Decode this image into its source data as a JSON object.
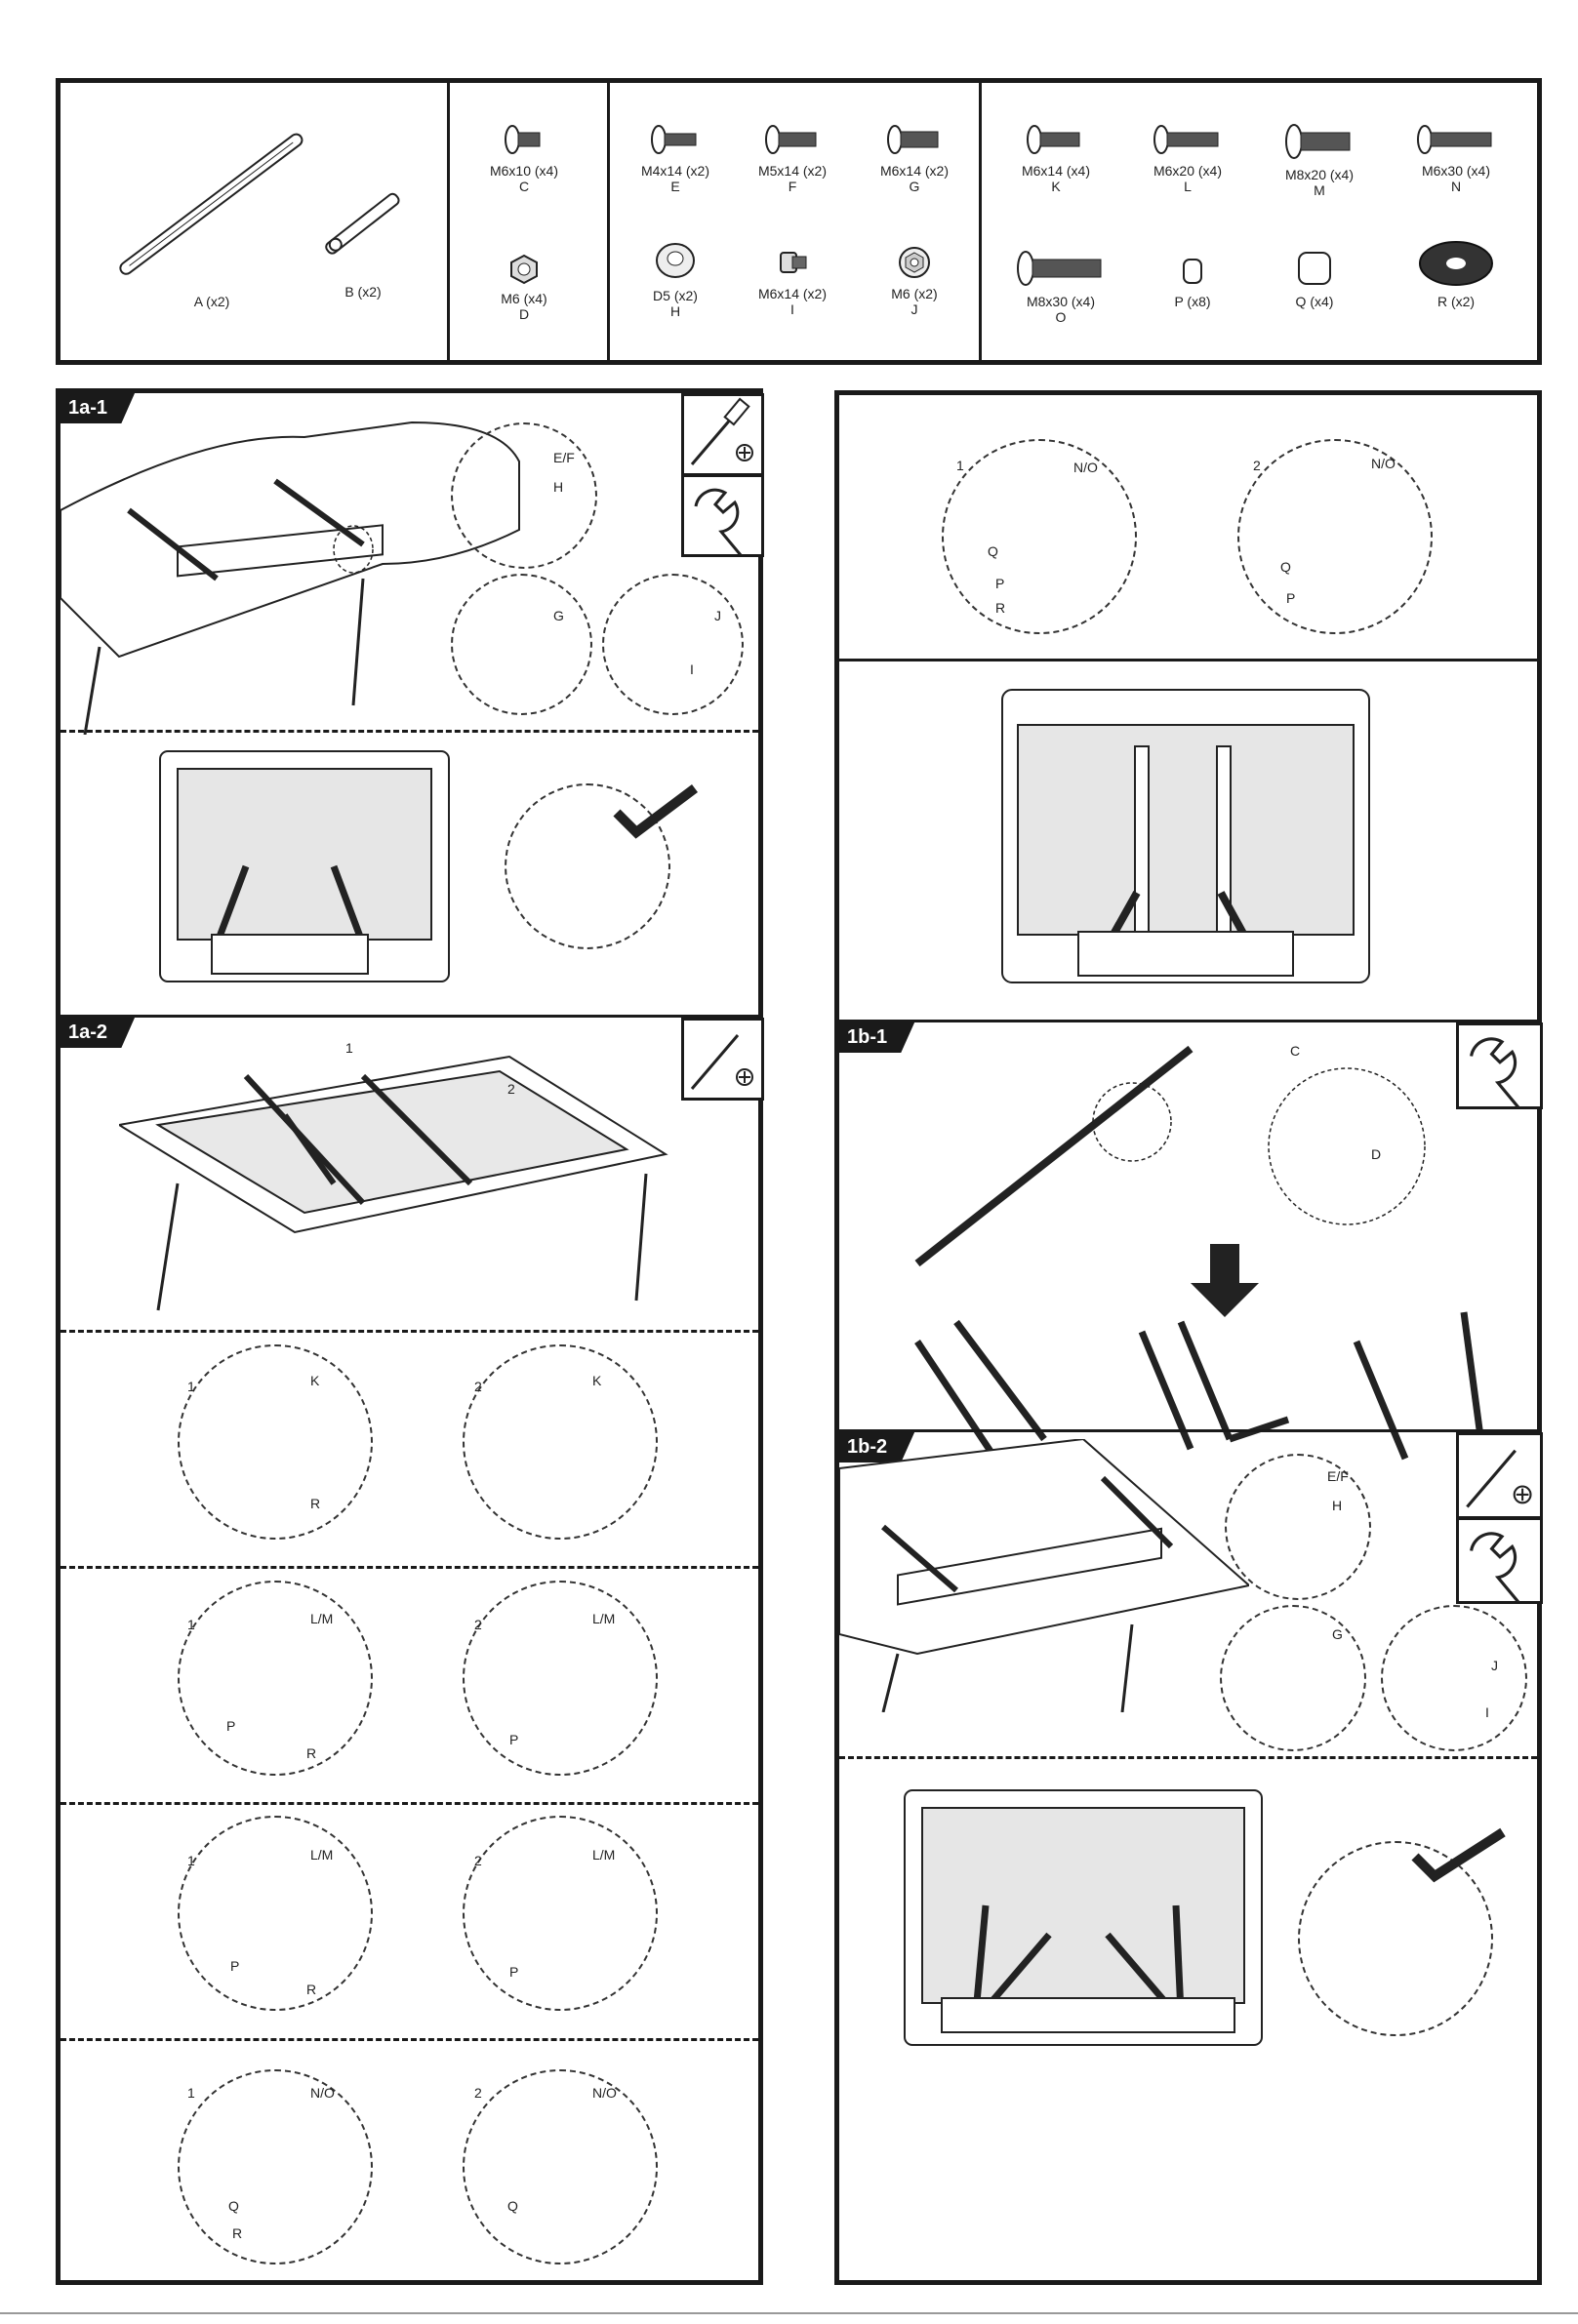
{
  "parts": [
    {
      "label": "A (x2)",
      "icon": "long-bracket-icon"
    },
    {
      "label": "B (x2)",
      "icon": "short-bracket-icon"
    },
    {
      "label": "M6x10 (x4)",
      "code": "C",
      "icon": "screw-icon"
    },
    {
      "label": "M6 (x4)",
      "code": "D",
      "icon": "nut-icon"
    },
    {
      "label": "M4x14 (x2)",
      "code": "E",
      "icon": "screw-icon"
    },
    {
      "label": "M5x14 (x2)",
      "code": "F",
      "icon": "screw-icon"
    },
    {
      "label": "M6x14 (x2)",
      "code": "G",
      "icon": "screw-icon"
    },
    {
      "label": "D5 (x2)",
      "code": "H",
      "icon": "washer-icon"
    },
    {
      "label": "M6x14 (x2)",
      "code": "I",
      "icon": "t-bolt-icon"
    },
    {
      "label": "M6 (x2)",
      "code": "J",
      "icon": "nut-icon"
    },
    {
      "label": "M6x14 (x4)",
      "code": "K",
      "icon": "screw-icon"
    },
    {
      "label": "M6x20 (x4)",
      "code": "L",
      "icon": "screw-icon"
    },
    {
      "label": "M8x20 (x4)",
      "code": "M",
      "icon": "screw-icon"
    },
    {
      "label": "M6x30 (x4)",
      "code": "N",
      "icon": "screw-icon"
    },
    {
      "label": "M8x30 (x4)",
      "code": "O",
      "icon": "long-screw-icon"
    },
    {
      "label": "P (x8)",
      "icon": "spacer-icon"
    },
    {
      "label": "Q (x4)",
      "icon": "spacer-icon"
    },
    {
      "label": "R (x2)",
      "icon": "large-washer-icon"
    }
  ],
  "steps": {
    "s1a1": "1a-1",
    "s1a2": "1a-2",
    "s1b1": "1b-1",
    "s1b2": "1b-2"
  },
  "callouts": {
    "ef": "E/F",
    "h": "H",
    "g": "G",
    "j": "J",
    "i": "I",
    "k": "K",
    "r": "R",
    "lm": "L/M",
    "p": "P",
    "no": "N/O",
    "q": "Q",
    "c": "C",
    "d": "D",
    "n1": "1",
    "n2": "2"
  }
}
